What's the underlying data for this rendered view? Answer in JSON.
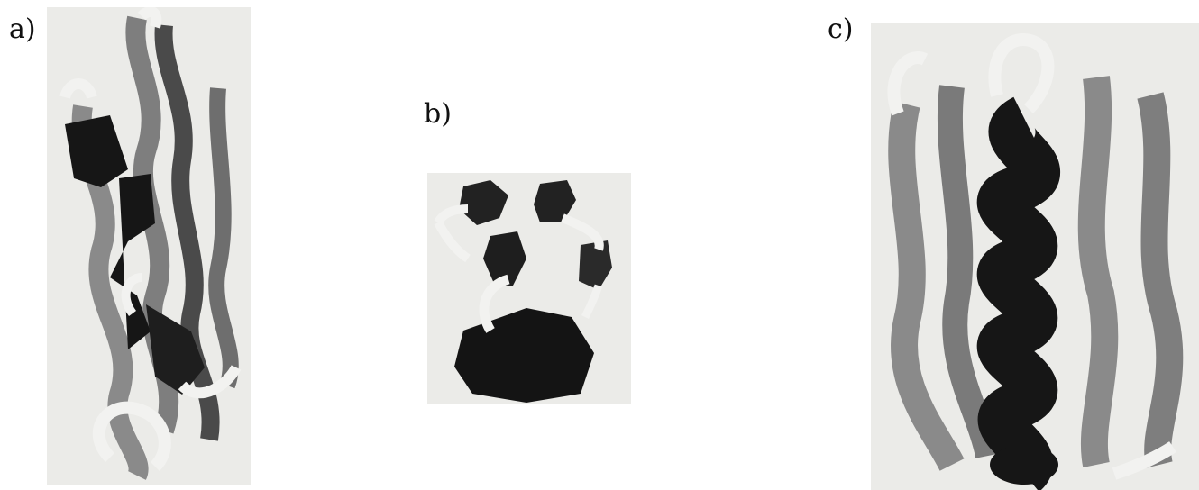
{
  "panels": [
    {
      "label": "a)"
    },
    {
      "label": "b)"
    },
    {
      "label": "c)"
    }
  ],
  "colors": {
    "background": "#ffffff",
    "panel_bg": "#ebebe8",
    "helix": "#161616",
    "strand": "#7e7e7e",
    "strand_dark": "#4a4a4a",
    "coil": "#f2f2f0",
    "coil_edge": "#9a9a9a"
  }
}
